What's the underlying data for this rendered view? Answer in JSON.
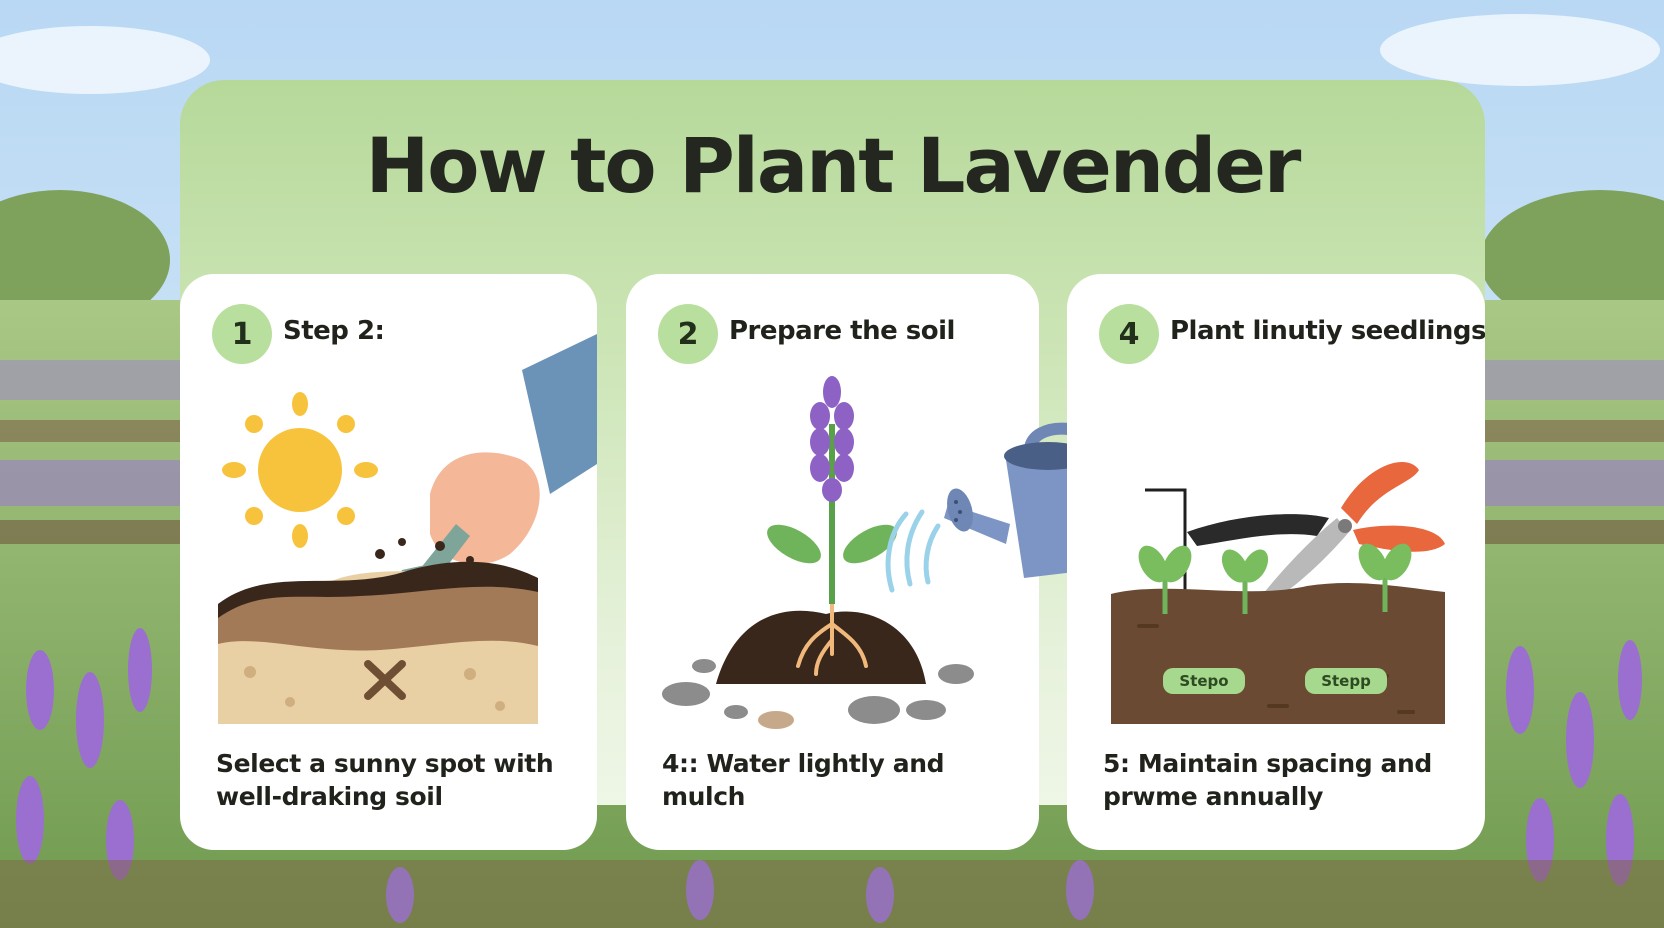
{
  "title": "How to Plant Lavender",
  "cards": [
    {
      "number": "1",
      "heading": "Step 2:",
      "caption": "Select a sunny spot with well-draking soil"
    },
    {
      "number": "2",
      "heading": "Prepare the soil",
      "caption": "4:: Water lightly and mulch"
    },
    {
      "number": "4",
      "heading": "Plant linutiy seedlings",
      "caption": "5: Maintain spacing and prwme annually",
      "tags": [
        "Stepo",
        "Stepp"
      ]
    }
  ],
  "colors": {
    "panel_green": "#b6d99a",
    "badge_green": "#b9df9f",
    "lavender": "#8e62c4",
    "soil": "#5a3a28",
    "sun": "#f8c33c"
  }
}
